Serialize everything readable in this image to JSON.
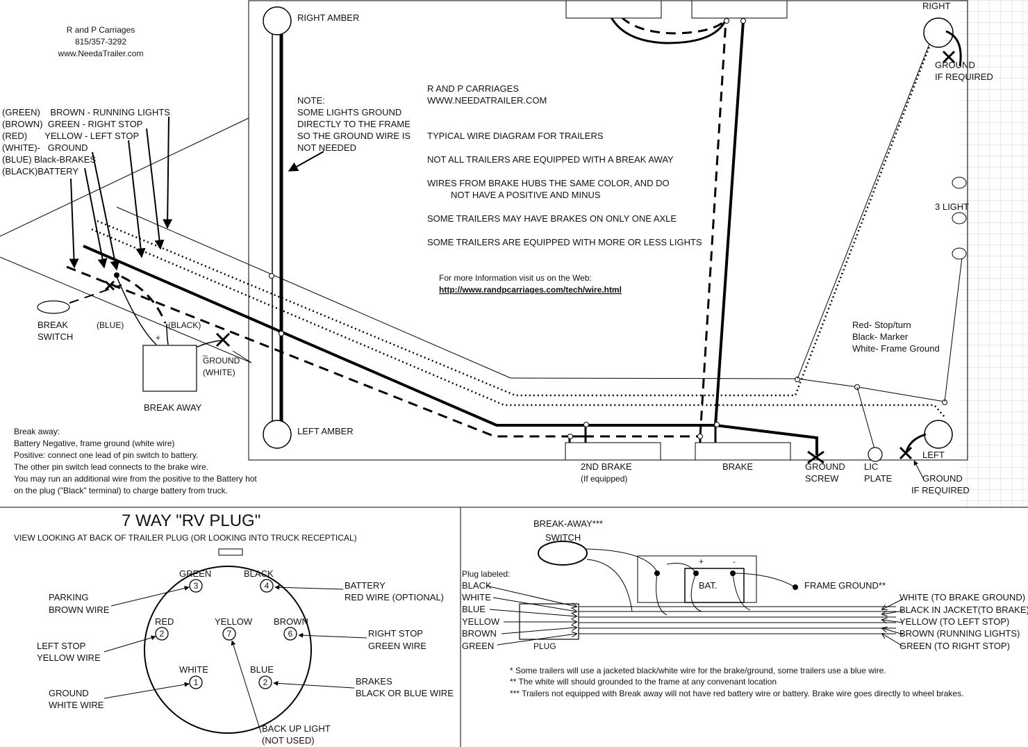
{
  "company": {
    "name": "R and P Carriages",
    "phone": "815/357-3292",
    "web": "www.NeedaTrailer.com"
  },
  "color_key": [
    "(GREEN)    BROWN - RUNNING LIGHTS",
    "(BROWN)  GREEN - RIGHT STOP",
    "(RED)       YELLOW - LEFT STOP",
    "(WHITE)-   GROUND",
    "(BLUE) Black-BRAKES",
    "(BLACK)BATTERY"
  ],
  "labels": {
    "right_amber": "RIGHT AMBER",
    "left_amber": "LEFT AMBER",
    "note": [
      "NOTE:",
      "SOME LIGHTS GROUND",
      "DIRECTLY TO THE FRAME",
      "SO THE GROUND WIRE  IS",
      "NOT NEEDED"
    ],
    "title_lines": [
      "R AND P CARRIAGES",
      "WWW.NEEDATRAILER.COM"
    ],
    "info_lines": [
      "TYPICAL WIRE DIAGRAM FOR TRAILERS",
      "NOT ALL TRAILERS ARE EQUIPPED WITH A  BREAK AWAY",
      "WIRES FROM BRAKE HUBS THE SAME COLOR, AND DO",
      "NOT HAVE A POSITIVE AND MINUS",
      "SOME TRAILERS MAY HAVE BRAKES ON ONLY ONE AXLE",
      "SOME TRAILERS ARE EQUIPPED WITH MORE OR LESS LIGHTS"
    ],
    "more_info": "For more Information visit us on the Web:",
    "url": "http://www.randpcarriages.com/tech/wire.html",
    "right": "RIGHT",
    "ground_if_required": [
      "GROUND",
      "IF REQUIRED"
    ],
    "three_light": "3 LIGHT",
    "legend": [
      "Red- Stop/turn",
      "Black- Marker",
      "White- Frame Ground"
    ],
    "break_switch": [
      "BREAK",
      "SWITCH"
    ],
    "blue": "(BLUE)",
    "black": "(BLACK)",
    "plus": "+",
    "minus": "_",
    "ground_white": [
      "GROUND",
      "(WHITE)"
    ],
    "break_away": "BREAK AWAY",
    "second_brake": [
      "2ND BRAKE",
      "(If equipped)"
    ],
    "brake": "BRAKE",
    "ground_screw": [
      "GROUND",
      "SCREW"
    ],
    "lic_plate": [
      "LIC",
      "PLATE"
    ],
    "left": "LEFT",
    "left_ground": [
      "GROUND",
      "IF REQUIRED"
    ]
  },
  "breakaway_notes": [
    "Break away:",
    "Battery Negative, frame ground (white wire)",
    "Positive:  connect one lead of pin switch to battery.",
    "The other pin switch lead connects to the brake wire.",
    "You may run an additional wire from the positive to the Battery hot",
    "on the plug (\"Black\" terminal) to charge battery from truck."
  ],
  "rv_plug": {
    "title": "7 WAY \"RV PLUG\"",
    "subtitle": "VIEW LOOKING AT BACK OF TRAILER PLUG (OR LOOKING INTO TRUCK RECEPTICAL)",
    "pins": [
      {
        "color": "GREEN",
        "num": "3"
      },
      {
        "color": "BLACK",
        "num": "4"
      },
      {
        "color": "RED",
        "num": "2"
      },
      {
        "color": "YELLOW",
        "num": "7"
      },
      {
        "color": "BROWN",
        "num": "6"
      },
      {
        "color": "WHITE",
        "num": "1"
      },
      {
        "color": "BLUE",
        "num": "2"
      }
    ],
    "callouts": {
      "parking": [
        "PARKING",
        "BROWN WIRE"
      ],
      "battery": [
        "BATTERY",
        "RED WIRE (OPTIONAL)"
      ],
      "left_stop": [
        "LEFT STOP",
        "YELLOW WIRE"
      ],
      "right_stop": [
        "RIGHT STOP",
        "GREEN WIRE"
      ],
      "brakes": [
        "BRAKES",
        "BLACK OR BLUE WIRE"
      ],
      "ground": [
        "GROUND",
        "WHITE WIRE"
      ],
      "backup": [
        "BACK UP LIGHT",
        "(NOT USED)"
      ]
    }
  },
  "plug_diagram": {
    "switch": [
      "BREAK-AWAY***",
      "SWITCH"
    ],
    "plug_labeled": "Plug labeled:",
    "plug_wires": [
      "BLACK",
      "WHITE",
      "BLUE",
      "YELLOW",
      "BROWN",
      "GREEN"
    ],
    "plug": "PLUG",
    "bat": "BAT.",
    "plus": "+",
    "minus": "-",
    "frame_ground": "FRAME GROUND**",
    "outputs": [
      "WHITE (TO BRAKE GROUND)",
      "BLACK IN JACKET(TO BRAKE)",
      "YELLOW (TO LEFT STOP)",
      "BROWN (RUNNING LIGHTS)",
      "GREEN (TO RIGHT STOP)"
    ],
    "footnotes": [
      "* Some trailers will use a jacketed black/white wire for the brake/ground, some trailers use a blue wire.",
      "** The white will should grounded to the frame at any convenant location",
      "*** Trailers not equipped with Break away will not have red battery wire or battery. Brake wire goes directly to wheel brakes."
    ]
  }
}
